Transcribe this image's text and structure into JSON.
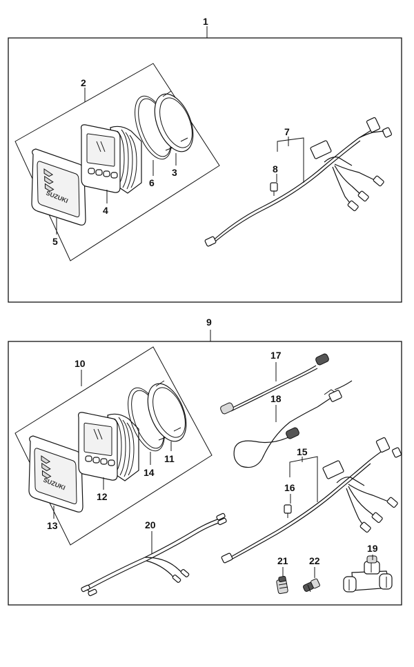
{
  "title": "",
  "brand_text": "SUZUKI",
  "callouts": {
    "c1": "1",
    "c2": "2",
    "c3": "3",
    "c4": "4",
    "c5": "5",
    "c6": "6",
    "c7": "7",
    "c8": "8",
    "c9": "9",
    "c10": "10",
    "c11": "11",
    "c12": "12",
    "c13": "13",
    "c14": "14",
    "c15": "15",
    "c16": "16",
    "c17": "17",
    "c18": "18",
    "c19": "19",
    "c20": "20",
    "c21": "21",
    "c22": "22"
  }
}
